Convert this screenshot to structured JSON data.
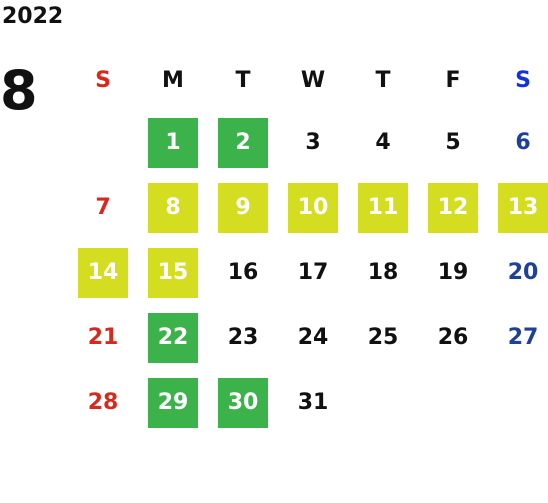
{
  "year": "2022",
  "month": "8",
  "weekdays": [
    "S",
    "M",
    "T",
    "W",
    "T",
    "F",
    "S"
  ],
  "colors": {
    "sunday": "#e0261b",
    "saturday": "#1531d8",
    "green_highlight": "#3bb34a",
    "yellow_highlight": "#d4dd1f"
  },
  "weeks": [
    [
      {
        "day": ""
      },
      {
        "day": "1",
        "highlight": "green"
      },
      {
        "day": "2",
        "highlight": "green"
      },
      {
        "day": "3"
      },
      {
        "day": "4"
      },
      {
        "day": "5"
      },
      {
        "day": "6"
      }
    ],
    [
      {
        "day": "7"
      },
      {
        "day": "8",
        "highlight": "yellow"
      },
      {
        "day": "9",
        "highlight": "yellow"
      },
      {
        "day": "10",
        "highlight": "yellow"
      },
      {
        "day": "11",
        "highlight": "yellow"
      },
      {
        "day": "12",
        "highlight": "yellow"
      },
      {
        "day": "13",
        "highlight": "yellow"
      }
    ],
    [
      {
        "day": "14",
        "highlight": "yellow"
      },
      {
        "day": "15",
        "highlight": "yellow"
      },
      {
        "day": "16"
      },
      {
        "day": "17"
      },
      {
        "day": "18"
      },
      {
        "day": "19"
      },
      {
        "day": "20"
      }
    ],
    [
      {
        "day": "21"
      },
      {
        "day": "22",
        "highlight": "green"
      },
      {
        "day": "23"
      },
      {
        "day": "24"
      },
      {
        "day": "25"
      },
      {
        "day": "26"
      },
      {
        "day": "27"
      }
    ],
    [
      {
        "day": "28"
      },
      {
        "day": "29",
        "highlight": "green"
      },
      {
        "day": "30",
        "highlight": "green"
      },
      {
        "day": "31"
      },
      {
        "day": ""
      },
      {
        "day": ""
      },
      {
        "day": ""
      }
    ]
  ]
}
